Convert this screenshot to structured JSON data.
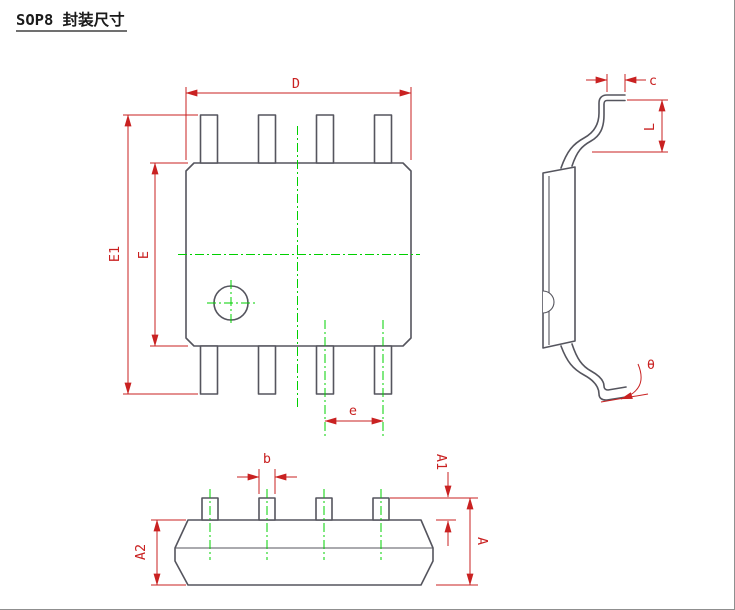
{
  "title": "SOP8 封装尺寸",
  "views": {
    "top": {
      "labels": {
        "D": "D",
        "E1": "E1",
        "E": "E",
        "e": "e"
      }
    },
    "side": {
      "labels": {
        "c": "c",
        "L": "L",
        "theta": "θ"
      }
    },
    "front": {
      "labels": {
        "b": "b",
        "A1": "A1",
        "A2": "A2",
        "A": "A"
      }
    }
  },
  "colors": {
    "dimension_red": "#c92121",
    "centerline_green": "#00d000",
    "outline_gray": "#55555e",
    "background": "#ffffff"
  }
}
